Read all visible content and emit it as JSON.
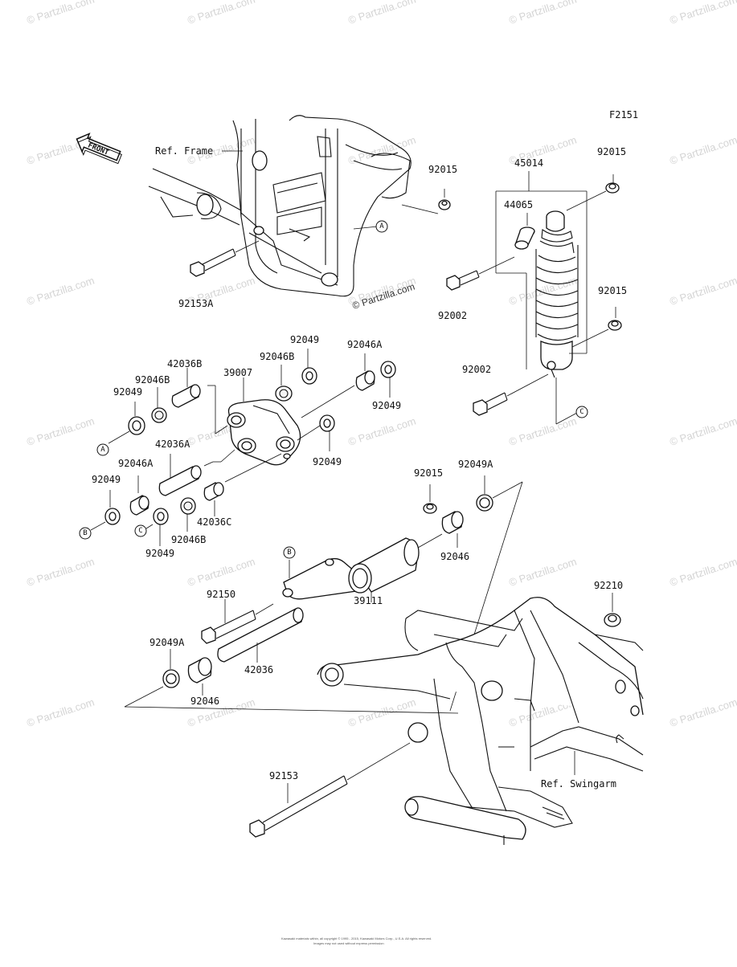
{
  "diagram_id": "F2151",
  "watermark_text": "© Partzilla.com",
  "center_watermark": "© Partzilla.com",
  "front_label": "FRONT",
  "references": {
    "frame": "Ref. Frame",
    "swingarm": "Ref. Swingarm"
  },
  "callouts": [
    "A",
    "B",
    "C"
  ],
  "part_labels": [
    {
      "id": "p-92015-top",
      "text": "92015"
    },
    {
      "id": "p-45014",
      "text": "45014"
    },
    {
      "id": "p-92015-right",
      "text": "92015"
    },
    {
      "id": "p-44065",
      "text": "44065"
    },
    {
      "id": "p-92153A",
      "text": "92153A"
    },
    {
      "id": "p-92002-a",
      "text": "92002"
    },
    {
      "id": "p-92015-shock",
      "text": "92015"
    },
    {
      "id": "p-92049-a",
      "text": "92049"
    },
    {
      "id": "p-92046B-a",
      "text": "92046B"
    },
    {
      "id": "p-92046A-a",
      "text": "92046A"
    },
    {
      "id": "p-42036B",
      "text": "42036B"
    },
    {
      "id": "p-39007",
      "text": "39007"
    },
    {
      "id": "p-92046B-b",
      "text": "92046B"
    },
    {
      "id": "p-92049-b",
      "text": "92049"
    },
    {
      "id": "p-92049-c",
      "text": "92049"
    },
    {
      "id": "p-92002-b",
      "text": "92002"
    },
    {
      "id": "p-42036A",
      "text": "42036A"
    },
    {
      "id": "p-92049-d",
      "text": "92049"
    },
    {
      "id": "p-92046A-b",
      "text": "92046A"
    },
    {
      "id": "p-92049-e",
      "text": "92049"
    },
    {
      "id": "p-42036C",
      "text": "42036C"
    },
    {
      "id": "p-92046B-c",
      "text": "92046B"
    },
    {
      "id": "p-92049-f",
      "text": "92049"
    },
    {
      "id": "p-92015-lower",
      "text": "92015"
    },
    {
      "id": "p-92049A-a",
      "text": "92049A"
    },
    {
      "id": "p-92046-a",
      "text": "92046"
    },
    {
      "id": "p-39111",
      "text": "39111"
    },
    {
      "id": "p-92210",
      "text": "92210"
    },
    {
      "id": "p-92150",
      "text": "92150"
    },
    {
      "id": "p-92049A-b",
      "text": "92049A"
    },
    {
      "id": "p-42036",
      "text": "42036"
    },
    {
      "id": "p-92046-b",
      "text": "92046"
    },
    {
      "id": "p-92153",
      "text": "92153"
    }
  ],
  "copyright_line1": "Kawasaki materials within, all copyright © 1995 - 2015, Kawasaki Motors Corp., U.S.A. All rights reserved.",
  "copyright_line2": "Images may not used without express permission"
}
